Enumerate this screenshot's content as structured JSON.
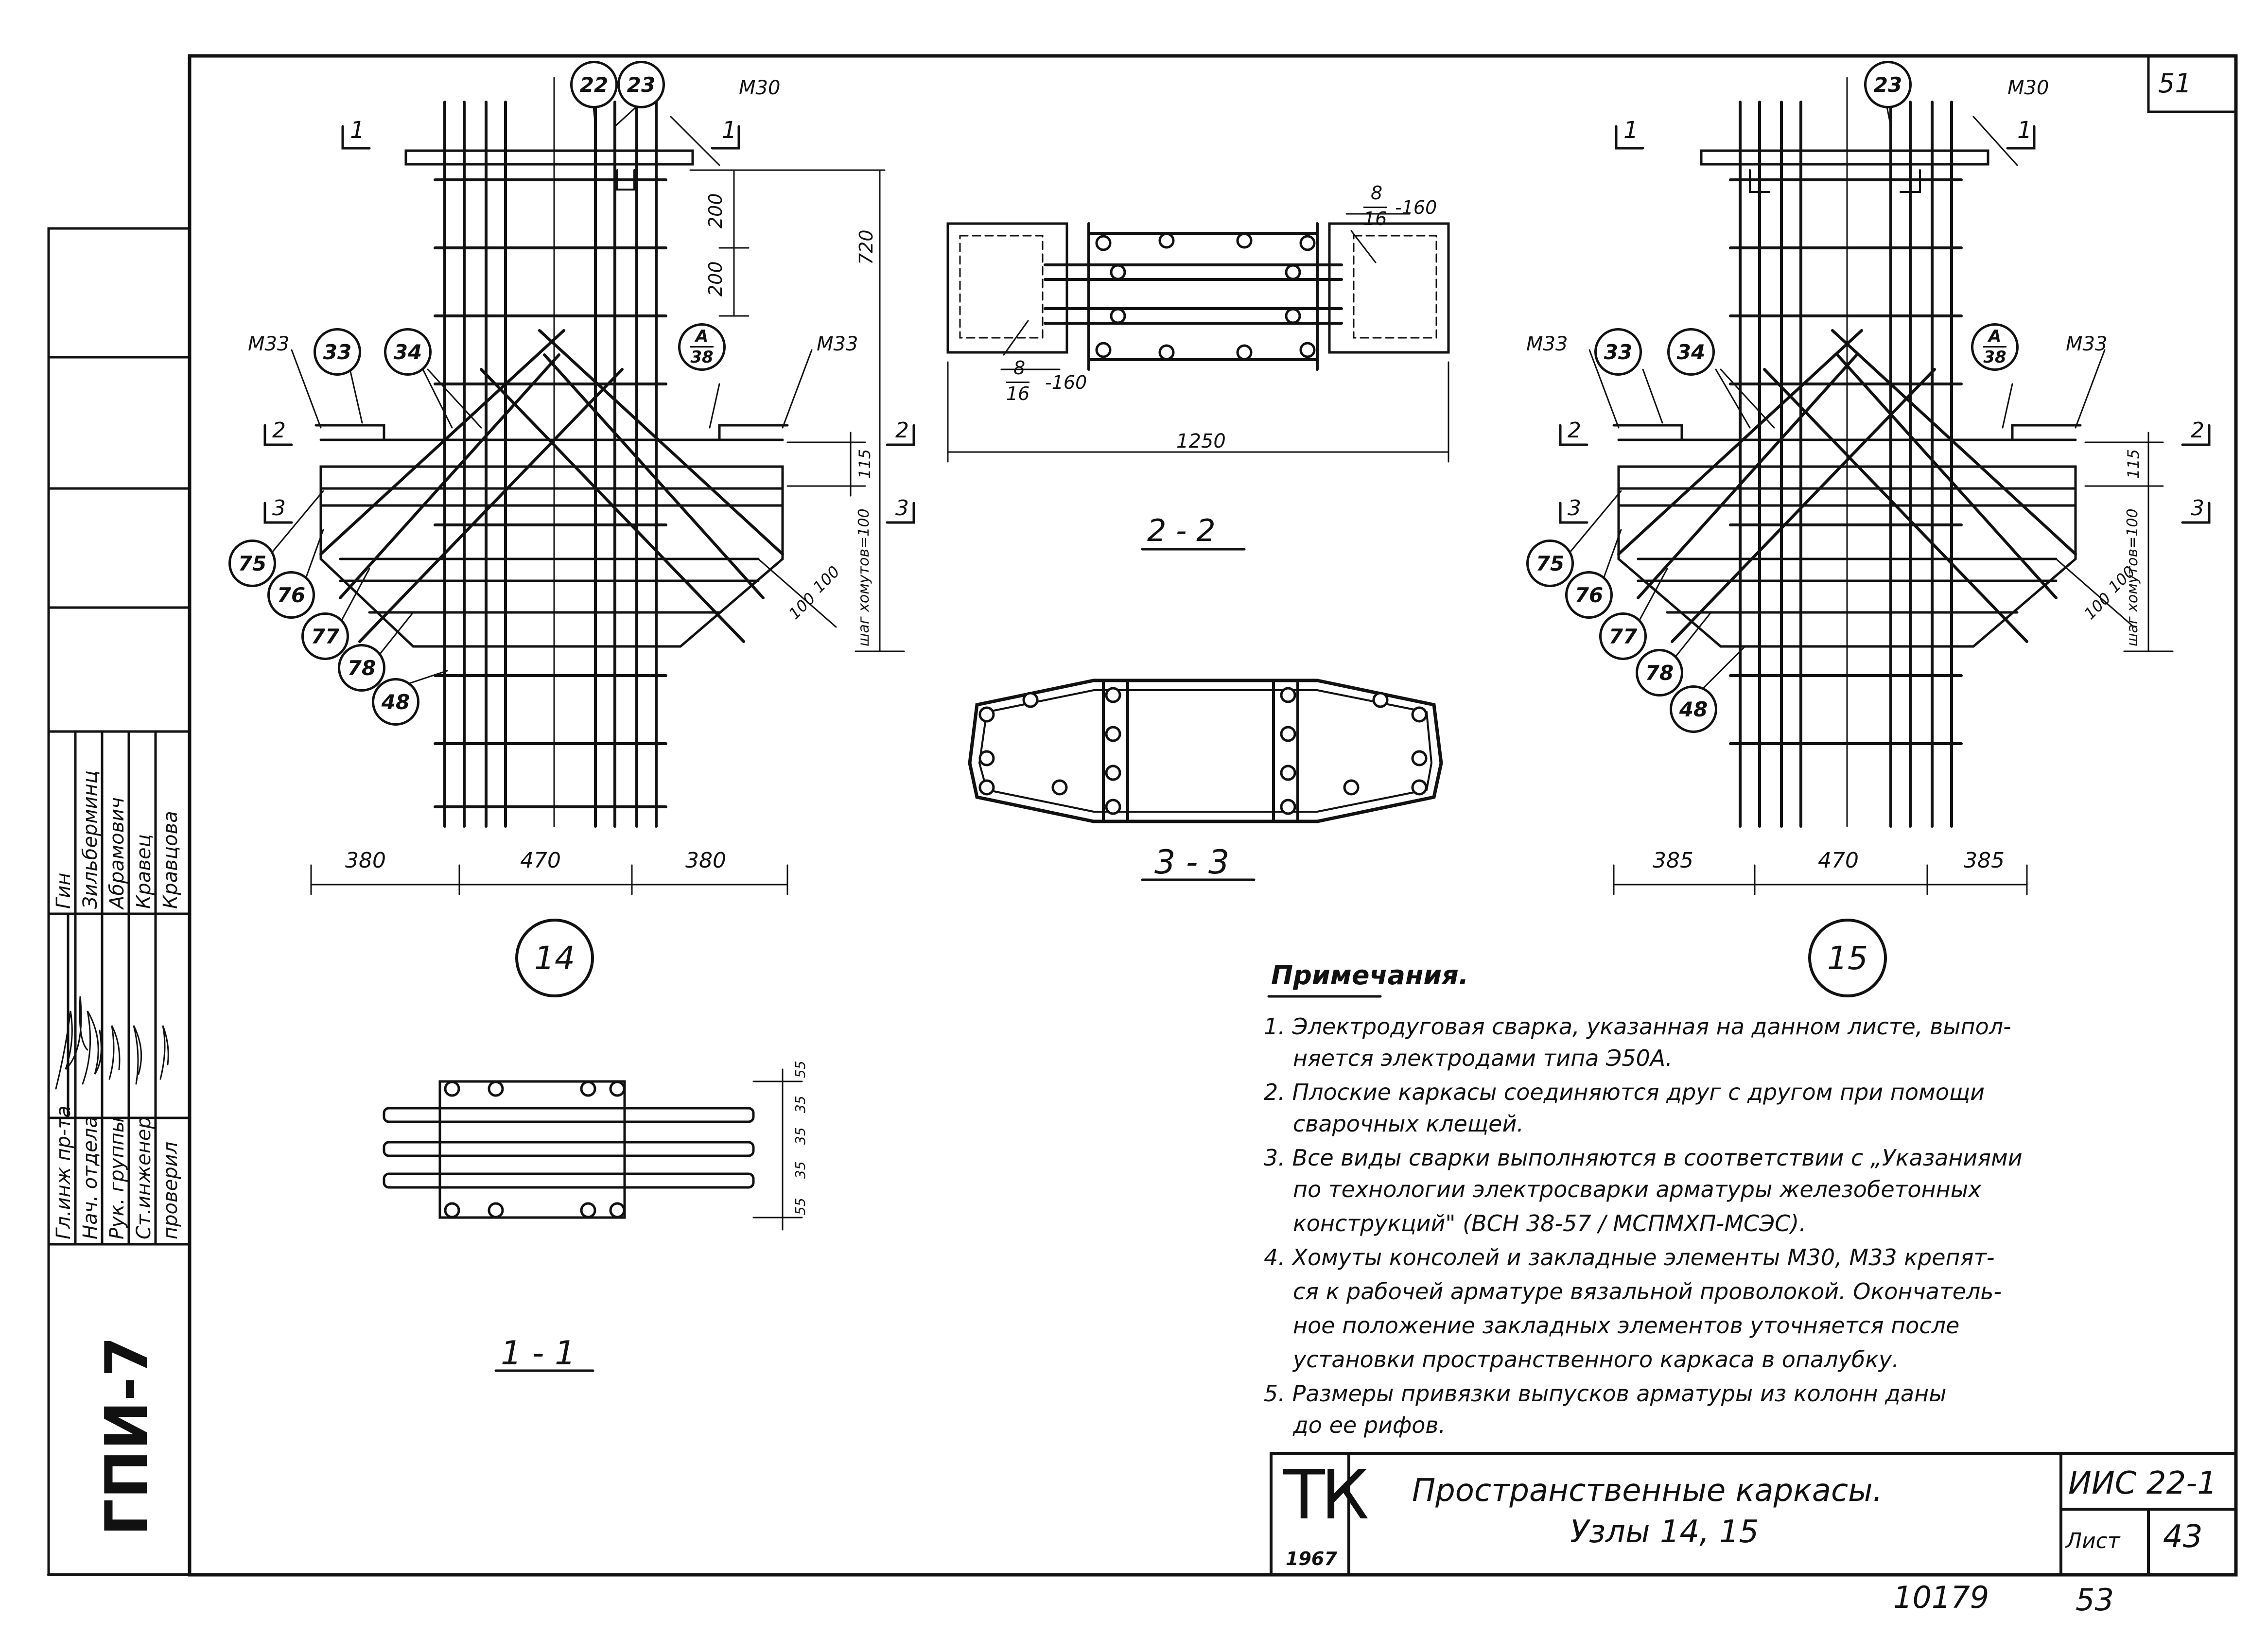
{
  "sheet": {
    "page_number": "51",
    "archive_number": "10179",
    "footer_page": "53",
    "vertical_code": "ГПИ-7"
  },
  "stamp": {
    "roles": [
      "Гл.инж пр-та",
      "Нач. отдела",
      "Рук. группы",
      "Ст.инженер",
      "проверил"
    ],
    "names": [
      "Гин",
      "Зильберминц",
      "Абрамович",
      "Кравец",
      "Кравцова"
    ]
  },
  "node14": {
    "label": "14",
    "callouts": [
      "22",
      "23",
      "33",
      "34",
      "75",
      "76",
      "77",
      "78",
      "48"
    ],
    "marks": {
      "top": "М30",
      "left": "М33",
      "right": "М33"
    },
    "detail_ref": {
      "num": "А",
      "sheet": "38"
    },
    "dims_vertical": [
      "200",
      "200",
      "720",
      "115",
      "100",
      "100"
    ],
    "stirrup_note": "шаг хомутов=100",
    "dims_bottom": [
      "380",
      "470",
      "380"
    ],
    "sections": [
      "1",
      "1",
      "2",
      "2",
      "3",
      "3"
    ]
  },
  "node15": {
    "label": "15",
    "callouts": [
      "23",
      "33",
      "34",
      "75",
      "76",
      "77",
      "78",
      "48"
    ],
    "marks": {
      "top": "М30",
      "left": "М33",
      "right": "М33"
    },
    "detail_ref": {
      "num": "А",
      "sheet": "38"
    },
    "dims_vertical": [
      "115",
      "100",
      "100"
    ],
    "stirrup_note": "шаг хомутов=100",
    "dims_bottom": [
      "385",
      "470",
      "385"
    ],
    "sections": [
      "1",
      "1",
      "2",
      "2",
      "3",
      "3"
    ]
  },
  "section22": {
    "title": "2 - 2",
    "dim": "1250",
    "weld_top": {
      "num": "8",
      "den": "16",
      "len": "-160"
    },
    "weld_bottom": {
      "num": "8",
      "den": "16",
      "len": "-160"
    }
  },
  "section33": {
    "title": "3 - 3"
  },
  "section11": {
    "title": "1 - 1",
    "dims": [
      "55",
      "35",
      "35",
      "35",
      "55"
    ]
  },
  "notes": {
    "heading": "Примечания.",
    "lines": [
      "1. Электродуговая сварка, указанная на данном листе, выпол-",
      "няется электродами типа Э50А.",
      "2. Плоские каркасы соединяются друг с другом при помощи",
      "сварочных клещей.",
      "3. Все виды сварки выполняются в соответствии с „Указаниями",
      "по технологии электросварки арматуры железобетонных",
      "конструкций\" (ВСН 38-57 / МСПМХП-МСЭС).",
      "4. Хомуты консолей и закладные элементы М30, М33 крепят-",
      "ся к рабочей арматуре вязальной проволокой. Окончатель-",
      "ное положение закладных элементов уточняется после",
      "установки пространственного каркаса в опалубку.",
      "5. Размеры привязки выпусков арматуры из колонн даны",
      "до ее рифов."
    ]
  },
  "title_block": {
    "logo": "ТК",
    "year": "1967",
    "title_line1": "Пространственные каркасы.",
    "title_line2": "Узлы 14, 15",
    "series": "ИИС 22-1",
    "sheet_label": "Лист",
    "sheet_no": "43"
  }
}
